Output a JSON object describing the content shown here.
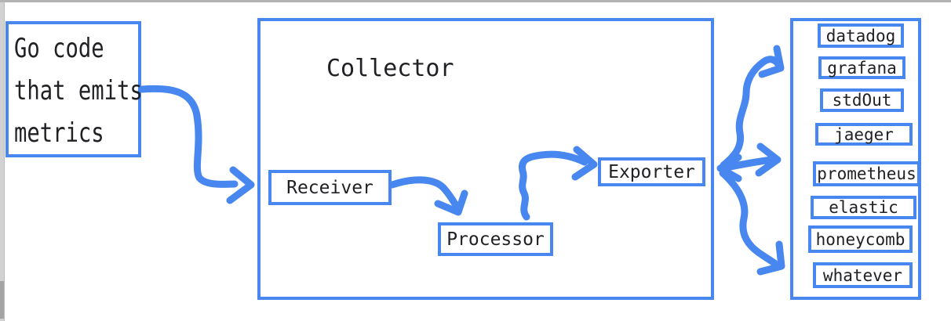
{
  "colors": {
    "shape_blue": "#4787ef",
    "text": "#202124",
    "background": "#ffffff",
    "window_edge_gray": "#b5b2b2",
    "scrollbar_track": "#d2d2d2",
    "scrollbar_thumb": "#a3a3a3"
  },
  "source_box": {
    "lines": [
      "Go code",
      "that emits",
      "metrics"
    ]
  },
  "collector": {
    "title": "Collector",
    "stages": [
      {
        "label": "Receiver"
      },
      {
        "label": "Processor"
      },
      {
        "label": "Exporter"
      }
    ]
  },
  "destinations": [
    "datadog",
    "grafana",
    "stdOut",
    "jaeger",
    "prometheus",
    "elastic",
    "honeycomb",
    "whatever"
  ],
  "flows": [
    {
      "from": "Go code that emits metrics",
      "to": "Receiver"
    },
    {
      "from": "Receiver",
      "to": "Processor"
    },
    {
      "from": "Processor",
      "to": "Exporter"
    },
    {
      "from": "Exporter",
      "to": "destinations panel",
      "bidirectional": true,
      "fan_out": [
        "top group",
        "prometheus",
        "bottom group"
      ]
    }
  ]
}
